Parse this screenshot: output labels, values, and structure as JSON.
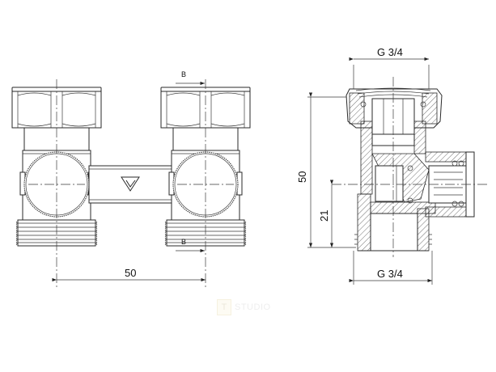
{
  "drawing": {
    "front_view": {
      "section_marker_top": "B",
      "section_marker_bottom": "B",
      "center_distance_label": "50",
      "logo_symbol": "V"
    },
    "section_view": {
      "top_thread_label": "G 3/4",
      "bottom_thread_label": "G 3/4",
      "overall_height_label": "50",
      "outlet_height_label": "21"
    },
    "watermark": {
      "box_letter": "T",
      "text": "STUDIO"
    },
    "colors": {
      "line": "#2a2a2a",
      "background": "#ffffff"
    }
  }
}
